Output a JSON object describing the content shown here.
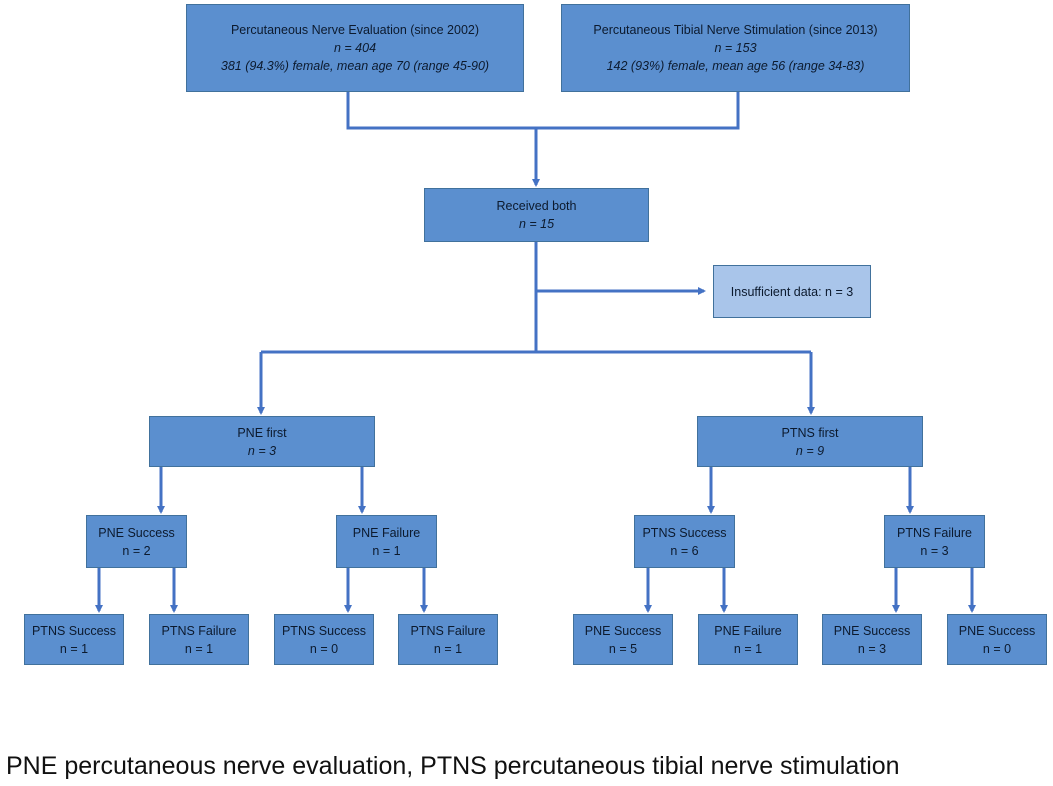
{
  "top_left": {
    "title": "Percutaneous Nerve Evaluation (since 2002)",
    "n": "n = 404",
    "detail": "381 (94.3%) female, mean age 70 (range 45-90)"
  },
  "top_right": {
    "title": "Percutaneous Tibial Nerve Stimulation (since 2013)",
    "n": "n = 153",
    "detail": "142 (93%) female, mean age 56 (range 34-83)"
  },
  "both": {
    "title": "Received both",
    "n": "n = 15"
  },
  "insufficient": {
    "label": "Insufficient data: n = 3"
  },
  "pne_first": {
    "title": "PNE first",
    "n": "n = 3"
  },
  "ptns_first": {
    "title": "PTNS first",
    "n": "n = 9"
  },
  "pne_success": {
    "title": "PNE Success",
    "n": "n = 2"
  },
  "pne_failure": {
    "title": "PNE Failure",
    "n": "n = 1"
  },
  "ptns_success": {
    "title": "PTNS Success",
    "n": "n = 6"
  },
  "ptns_failure": {
    "title": "PTNS Failure",
    "n": "n = 3"
  },
  "leaves": [
    {
      "title": "PTNS Success",
      "n": "n = 1"
    },
    {
      "title": "PTNS Failure",
      "n": "n = 1"
    },
    {
      "title": "PTNS Success",
      "n": "n = 0"
    },
    {
      "title": "PTNS Failure",
      "n": "n = 1"
    },
    {
      "title": "PNE Success",
      "n": "n = 5"
    },
    {
      "title": "PNE Failure",
      "n": "n = 1"
    },
    {
      "title": "PNE Success",
      "n": "n = 3"
    },
    {
      "title": "PNE Success",
      "n": "n = 0"
    }
  ],
  "caption": "PNE percutaneous nerve evaluation, PTNS percutaneous tibial nerve stimulation",
  "colors": {
    "box_fill": "#5b8fcf",
    "box_fill_light": "#a9c5ea",
    "connector": "#4472c4"
  }
}
